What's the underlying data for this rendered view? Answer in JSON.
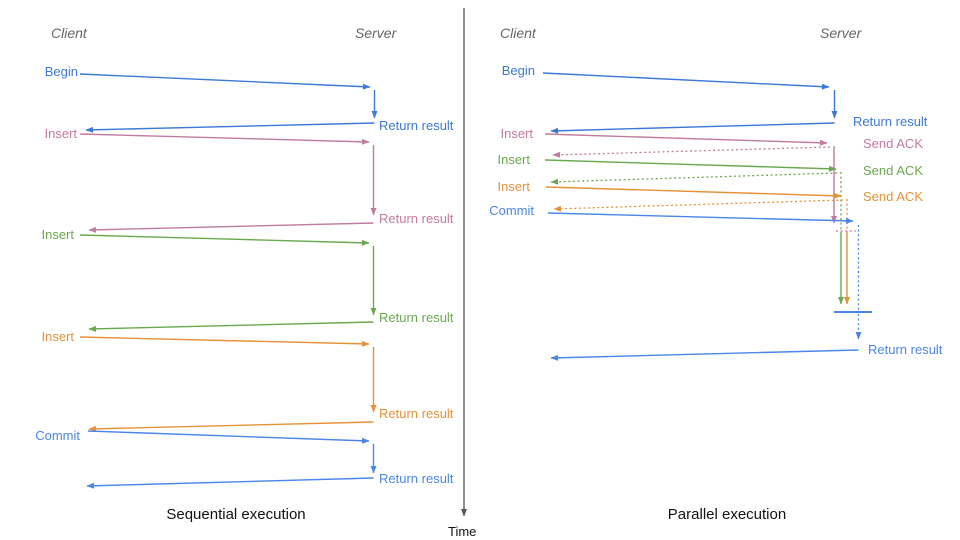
{
  "colors": {
    "blue": "#3c78d8",
    "blue_bright": "#4a86e8",
    "pink": "#c27ba0",
    "green": "#6aa84f",
    "orange": "#e69138",
    "header_gray": "#666666",
    "axis_gray": "#555555",
    "caption_text": "#111111"
  },
  "time_axis": {
    "label": "Time"
  },
  "sequential": {
    "caption": "Sequential execution",
    "client_header": "Client",
    "server_header": "Server",
    "operations": [
      {
        "label": "Begin",
        "color": "blue",
        "return_label": "Return result"
      },
      {
        "label": "Insert",
        "color": "pink",
        "return_label": "Return result"
      },
      {
        "label": "Insert",
        "color": "green",
        "return_label": "Return result"
      },
      {
        "label": "Insert",
        "color": "orange",
        "return_label": "Return result"
      },
      {
        "label": "Commit",
        "color": "blue_bright",
        "return_label": "Return result"
      }
    ]
  },
  "parallel": {
    "caption": "Parallel execution",
    "client_header": "Client",
    "server_header": "Server",
    "operations": [
      {
        "label": "Begin",
        "color": "blue",
        "return_label": "Return result"
      },
      {
        "label": "Insert",
        "color": "pink",
        "ack_label": "Send ACK"
      },
      {
        "label": "Insert",
        "color": "green",
        "ack_label": "Send ACK"
      },
      {
        "label": "Insert",
        "color": "orange",
        "ack_label": "Send ACK"
      },
      {
        "label": "Commit",
        "color": "blue_bright",
        "return_label": "Return result"
      }
    ]
  }
}
